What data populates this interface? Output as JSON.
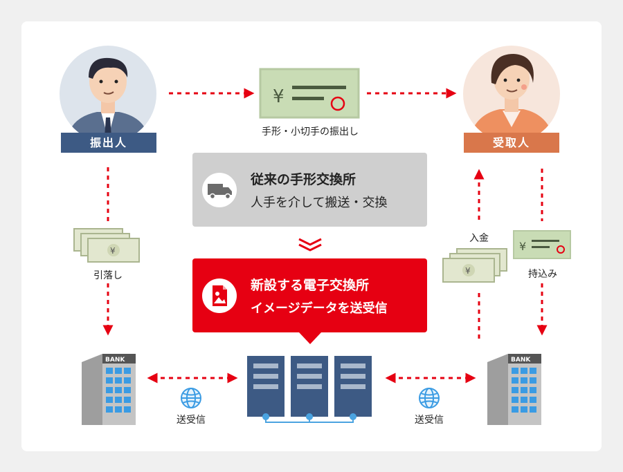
{
  "sender_tag": "振出人",
  "receiver_tag": "受取人",
  "cheque_caption": "手形・小切手の振出し",
  "old_system": {
    "title": "従来の手形交換所",
    "subtitle": "人手を介して搬送・交換",
    "icon": "truck-icon"
  },
  "new_system": {
    "title": "新設する電子交換所",
    "subtitle": "イメージデータを送受信",
    "icon": "image-file-icon"
  },
  "withdrawal_label": "引落し",
  "deposit_label": "入金",
  "bring_in_label": "持込み",
  "left_link_label": "送受信",
  "right_link_label": "送受信",
  "bank_sign_left": "BANK",
  "bank_sign_right": "BANK",
  "yen_mark": "¥",
  "colors": {
    "accent_red": "#e60012",
    "sender_blue": "#3d5a84",
    "receiver_orange": "#d9774b",
    "server_navy": "#3d5a84",
    "link_blue": "#4aa3e0"
  }
}
